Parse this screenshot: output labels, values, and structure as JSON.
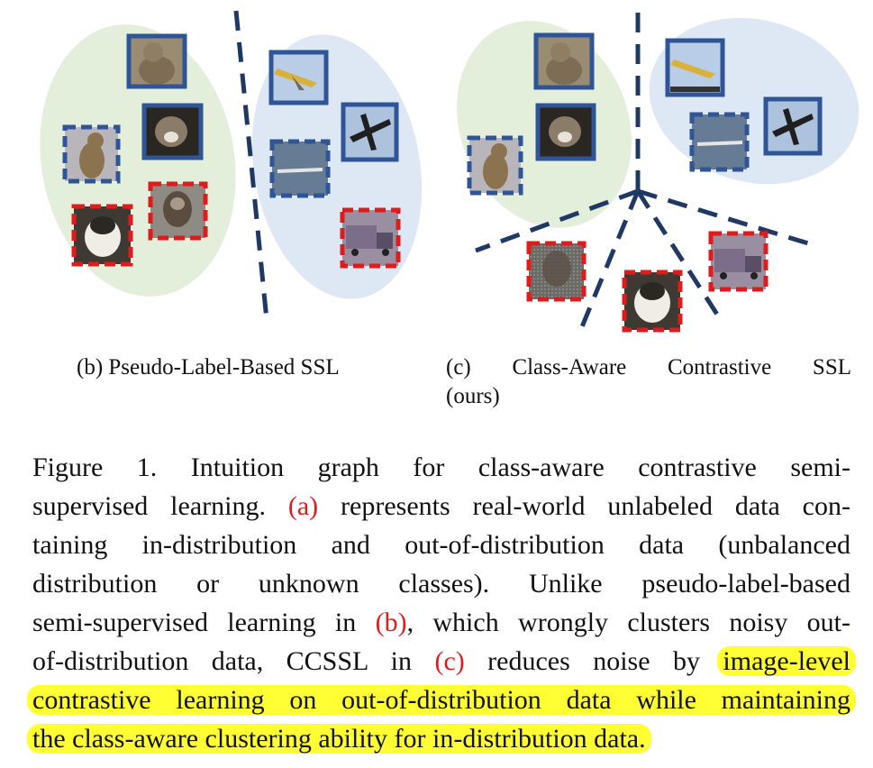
{
  "panel_b": {
    "label": "(b) Pseudo-Label-Based SSL"
  },
  "panel_c": {
    "label_line1": "(c) Class-Aware Contrastive SSL",
    "label_line2": "(ours)"
  },
  "caption": {
    "l1": "Figure 1.  Intuition graph for class-aware contrastive semi-",
    "l2_pre": "supervised learning. ",
    "l2_ref": "(a)",
    "l2_post": " represents real-world unlabeled data con-",
    "l3": "taining in-distribution and out-of-distribution data (unbalanced",
    "l4": "distribution or unknown classes).  Unlike pseudo-label-based",
    "l5_pre": "semi-supervised learning in ",
    "l5_ref": "(b)",
    "l5_post": ", which wrongly clusters noisy out-",
    "l6_pre": "of-distribution data, CCSSL in ",
    "l6_ref": "(c)",
    "l6_mid": " reduces noise by ",
    "l6_hl": "image-level",
    "l7_hl": "contrastive learning on out-of-distribution data while maintaining",
    "l8_hl": "the class-aware clustering ability for in-distribution data."
  },
  "colors": {
    "id_cluster": "#e3eedb",
    "ood_cluster": "#dde8f4",
    "frame_blue": "#2f5597",
    "frame_red": "#e01b1b",
    "divider": "#1f3864",
    "highlight": "#ffff33",
    "ref": "#e8191b"
  },
  "icons": [
    "cat-image",
    "cat-image",
    "cat-image",
    "monkey-image",
    "monkey-image",
    "airplane-image",
    "airplane-image",
    "airplane-image",
    "truck-image"
  ]
}
